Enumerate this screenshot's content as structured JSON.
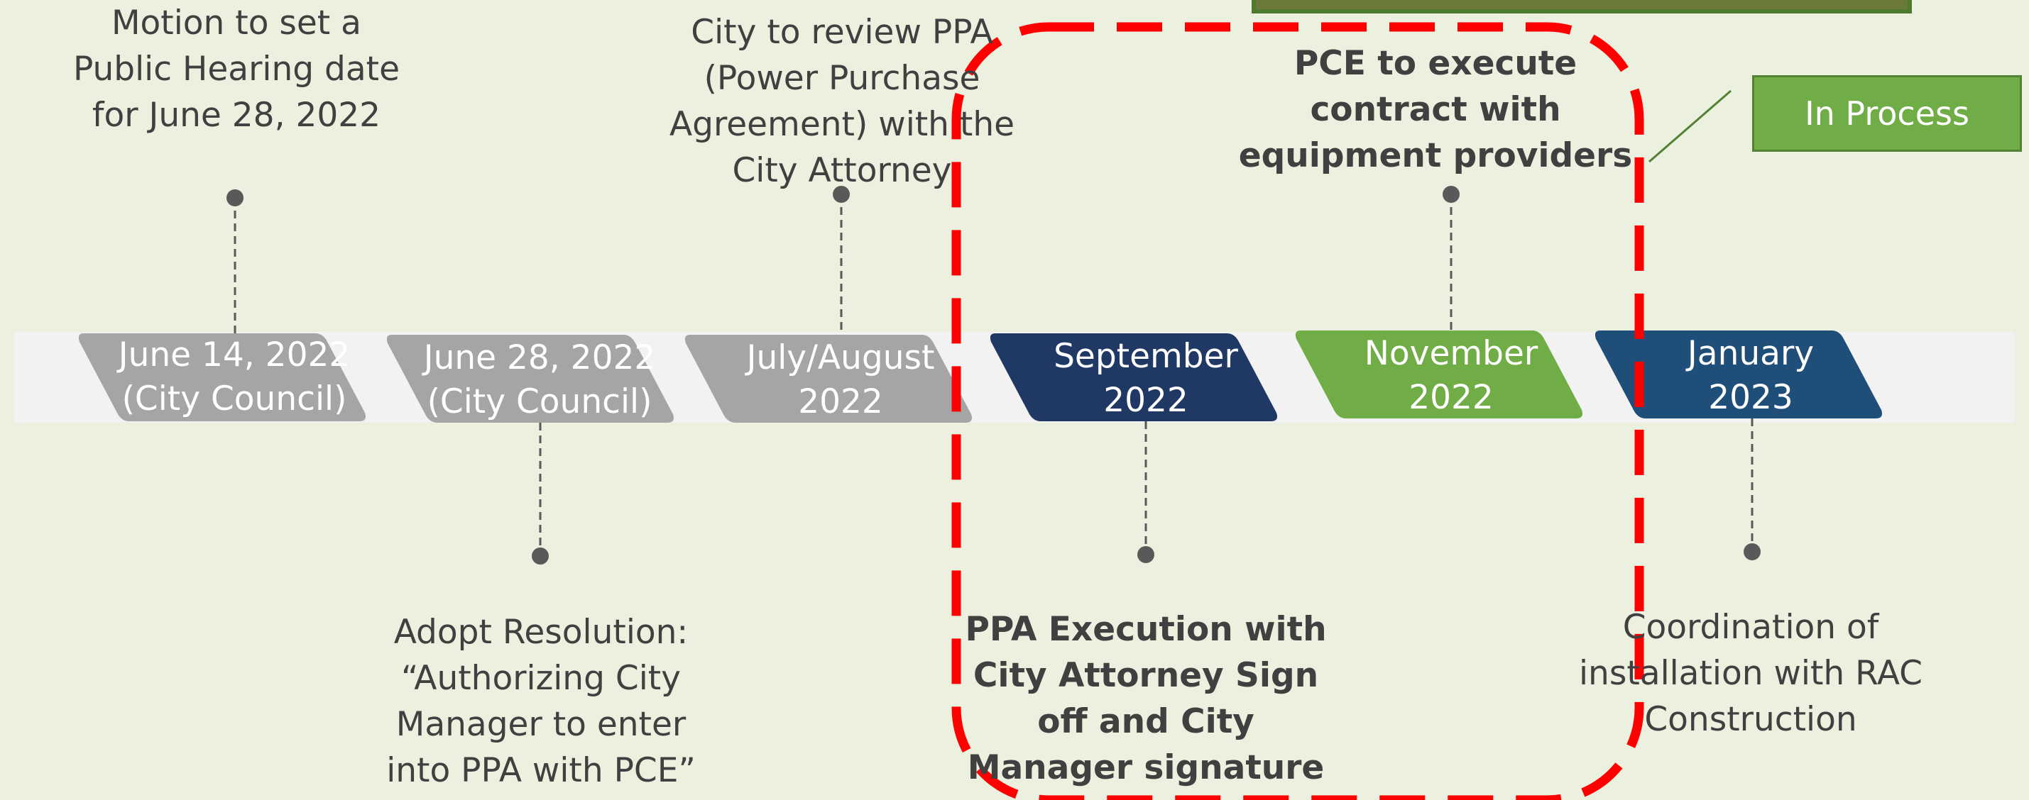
{
  "colors": {
    "background": "#ebf0df",
    "band": "#f2f2f2",
    "gray": "#a5a5a5",
    "navy": "#203864",
    "blue": "#1f4e79",
    "green": "#70ad47",
    "connector": "#595959",
    "highlight_dash": "#ff0000"
  },
  "milestones": [
    {
      "date": "June 14, 2022\n(City Council)",
      "color": "gray",
      "note": "Motion to set a\nPublic Hearing date\nfor June 28, 2022",
      "note_position": "above",
      "bold": false
    },
    {
      "date": "June 28, 2022\n(City Council)",
      "color": "gray",
      "note": "Adopt Resolution:\n“Authorizing City\nManager to enter\ninto PPA with PCE”",
      "note_position": "below",
      "bold": false
    },
    {
      "date": "July/August\n2022",
      "color": "gray",
      "note": "City to review PPA\n(Power Purchase\nAgreement) with the\nCity Attorney",
      "note_position": "above",
      "bold": false
    },
    {
      "date": "September\n2022",
      "color": "navy",
      "note": "PPA Execution with\nCity Attorney Sign\noff and City\nManager signature",
      "note_position": "below",
      "bold": true
    },
    {
      "date": "November\n2022",
      "color": "green",
      "note": "PCE to execute\ncontract with\nequipment providers",
      "note_position": "above",
      "bold": true
    },
    {
      "date": "January\n2023",
      "color": "blue",
      "note": "Coordination of\ninstallation with RAC\nConstruction",
      "note_position": "below",
      "bold": false
    }
  ],
  "callout": {
    "label": "In Process"
  }
}
